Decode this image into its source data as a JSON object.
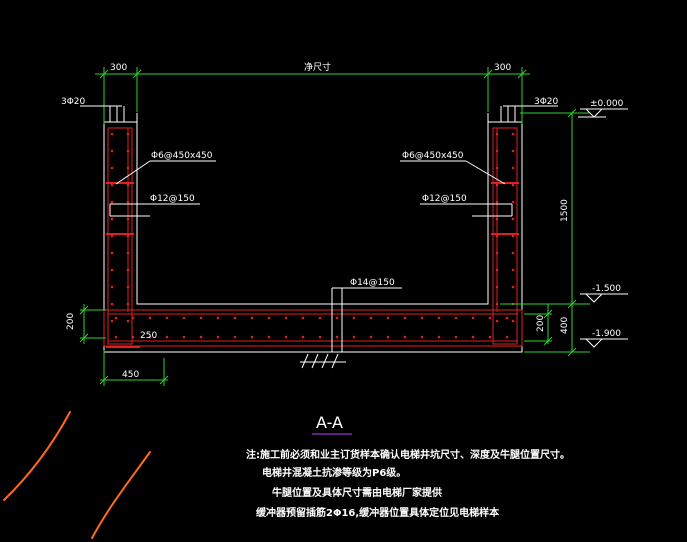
{
  "colors": {
    "background": "#000000",
    "outline": "#ffffff",
    "dimension": "#2fd12f",
    "rebar": "#e02020",
    "annotation": "#ffffff",
    "title_underline": "#c040ff",
    "sketch": "#ff6a1a"
  },
  "dimensions": {
    "top_left_width": "300",
    "top_center_width": "净尺寸",
    "top_right_width": "300",
    "bottom_left_width": "450",
    "left_base_height": "200",
    "right_base_height_inner": "200",
    "right_base_height_outer": "400",
    "right_pit_depth": "1500",
    "inner_base_offset": "250"
  },
  "levels": {
    "top": "±0.000",
    "mid": "-1.500",
    "bottom": "-1.900"
  },
  "rebar_labels": {
    "top_left_bars": "3Φ20",
    "top_right_bars": "3Φ20",
    "left_stirrup": "Φ6@450x450",
    "right_stirrup": "Φ6@450x450",
    "left_wall_bars": "Φ12@150",
    "right_wall_bars": "Φ12@150",
    "base_bars": "Φ14@150"
  },
  "section_title": "A-A",
  "notes": [
    "注:施工前必须和业主订货样本确认电梯井坑尺寸、深度及牛腿位置尺寸。",
    "电梯井混凝土抗渗等级为P6级。",
    "牛腿位置及具体尺寸需由电梯厂家提供",
    "缓冲器预留插筋2Φ16,缓冲器位置具体定位见电梯样本"
  ]
}
